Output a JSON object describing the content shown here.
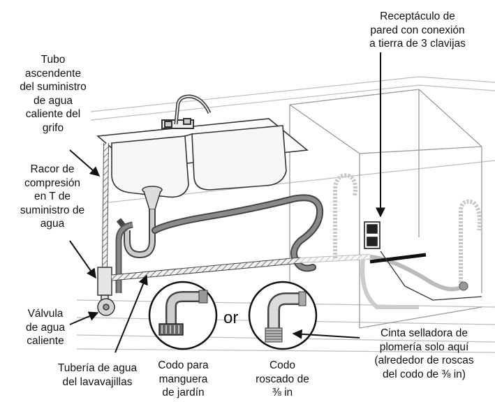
{
  "labels": {
    "receptacle": [
      "Receptáculo de",
      "pared con conexión",
      "a tierra de 3 clavijas"
    ],
    "riser": [
      "Tubo",
      "ascendente",
      "del suministro",
      "de agua",
      "caliente del",
      "grifo"
    ],
    "tee": [
      "Racor de",
      "compresión",
      "en T de",
      "suministro de",
      "agua"
    ],
    "valve": [
      "Válvula",
      "de agua",
      "caliente"
    ],
    "water_line": [
      "Tubería de agua",
      "del lavavajillas"
    ],
    "hose_elbow": [
      "Codo para",
      "manguera",
      "de jardín"
    ],
    "or": "or",
    "threaded_elbow": [
      "Codo",
      "roscado de",
      "⅜ in"
    ],
    "tape": [
      "Cinta selladora de",
      "plomería solo aquí",
      "(alrededor de roscas",
      "del codo de ⅜ in)"
    ]
  },
  "icons": [
    "sink",
    "faucet",
    "drain-trap",
    "electrical-outlet",
    "garden-hose-elbow",
    "threaded-elbow",
    "shutoff-valve"
  ]
}
